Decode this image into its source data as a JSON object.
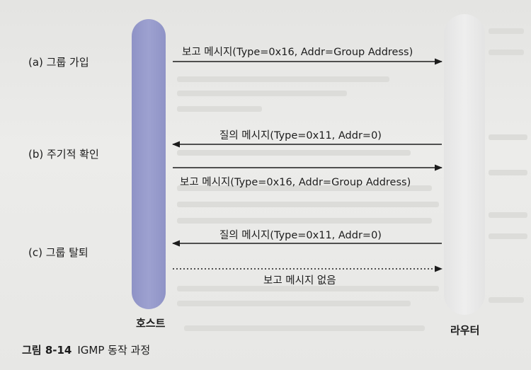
{
  "phases": {
    "join": "(a) 그룹 가입",
    "periodic": "(b) 주기적 확인",
    "leave": "(c) 그룹 탈퇴"
  },
  "messages": {
    "m1": "보고 메시지(Type=0x16, Addr=Group Address)",
    "m2": "질의 메시지(Type=0x11, Addr=0)",
    "m3": "보고 메시지(Type=0x16, Addr=Group Address)",
    "m4": "질의 메시지(Type=0x11, Addr=0)",
    "m5": "보고 메시지 없음"
  },
  "entities": {
    "host": "호스트",
    "router": "라우터"
  },
  "caption": {
    "number": "그림 8-14",
    "title": "IGMP 동작 과정"
  },
  "colors": {
    "host_bar": "#9a9ecf",
    "router_bar": "#ececec",
    "arrow": "#1c1c1c"
  }
}
